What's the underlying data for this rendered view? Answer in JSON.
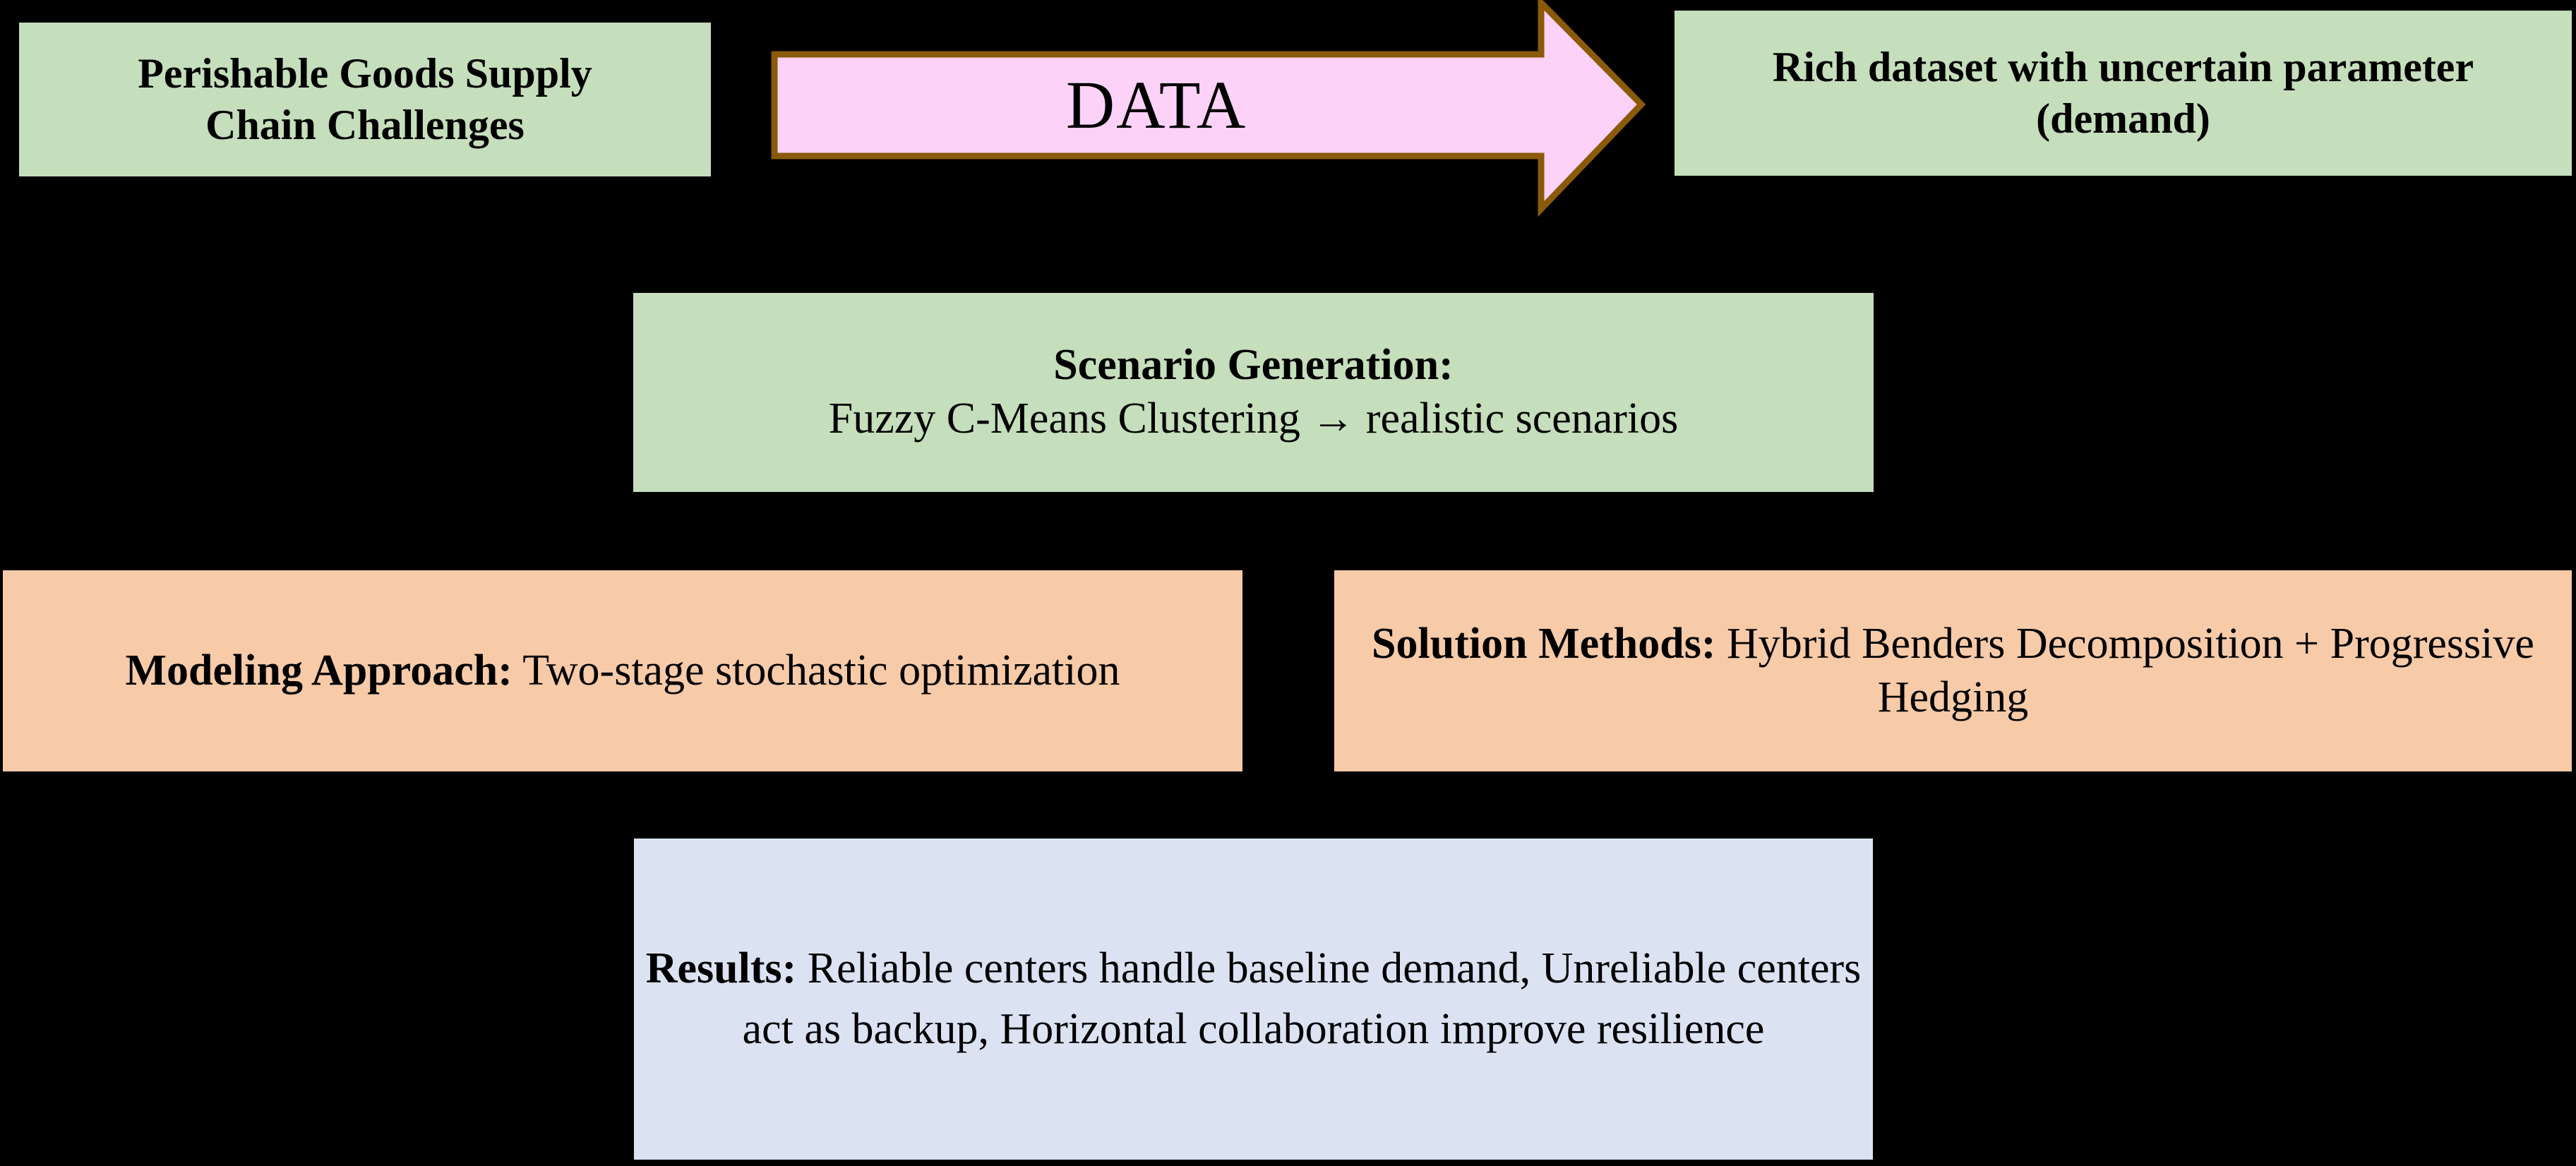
{
  "diagram": {
    "background_color": "#000000",
    "nodes": {
      "challenges": {
        "label_line1": "Perishable Goods Supply",
        "label_line2": "Chain Challenges",
        "fill_color": "#c5debb"
      },
      "dataset": {
        "label_line1": "Rich dataset with uncertain parameter",
        "label_line2": "(demand)",
        "fill_color": "#c5debb"
      },
      "scenario": {
        "heading": "Scenario Generation:",
        "body": "Fuzzy C-Means Clustering → realistic scenarios",
        "fill_color": "#c5debb"
      },
      "modeling": {
        "heading": "Modeling Approach:",
        "body": " Two-stage stochastic optimization",
        "fill_color": "#f7caa8"
      },
      "solution": {
        "heading": "Solution Methods:",
        "body": " Hybrid Benders Decomposition + Progressive Hedging",
        "fill_color": "#f7caa8"
      },
      "results": {
        "heading": "Results:",
        "body": " Reliable centers handle baseline demand, Unreliable centers act as backup, Horizontal collaboration improve resilience",
        "fill_color": "#dbe3f3"
      }
    },
    "connector": {
      "label": "DATA",
      "fill_color": "#fcd2f8",
      "stroke_color": "#8a5a09",
      "direction": "right"
    }
  }
}
